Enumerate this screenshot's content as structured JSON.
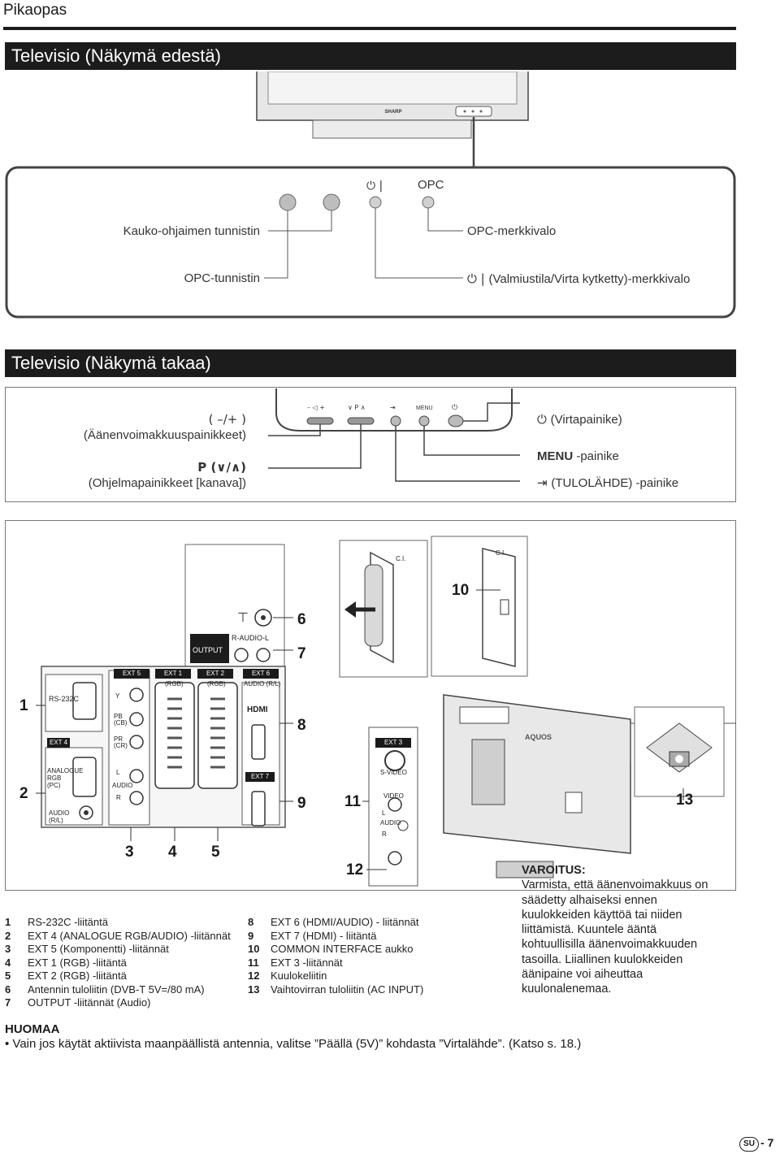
{
  "header": {
    "title": "Pikaopas"
  },
  "front": {
    "section_title": "Televisio (Näkymä edestä)",
    "brand": "SHARP",
    "power_symbol": "⏻ |",
    "opc_label": "OPC",
    "labels": {
      "remote_sensor": "Kauko-ohjaimen tunnistin",
      "opc_indicator": "OPC-merkkivalo",
      "opc_sensor": "OPC-tunnistin",
      "power_indicator": "(Valmiustila/Virta kytketty)-merkkivalo"
    }
  },
  "rear": {
    "section_title": "Televisio (Näkymä takaa)",
    "buttons": {
      "volume_symbol": "( –/+ )",
      "volume": "(Äänenvoimakkuuspainikkeet)",
      "program_symbol": "P (∨/∧)",
      "program": "(Ohjelmapainikkeet [kanava])",
      "power": "(Virtapainike)",
      "menu_bold": "MENU",
      "menu": "-painike",
      "input": "(TULOLÄHDE) -painike",
      "strip_labels": [
        "– ◁ +",
        "∨ P ∧",
        "⇥",
        "MENU",
        "⏻"
      ]
    },
    "panel": {
      "tabs": [
        "EXT 5",
        "EXT 1",
        "EXT 2",
        "EXT 6"
      ],
      "tab_sub": [
        "(RGB)",
        "(RGB)",
        "AUDIO (R/L)"
      ],
      "output": "OUTPUT",
      "audio_rl": "R-AUDIO-L",
      "rs232c": "RS-232C",
      "ext4": "EXT 4",
      "analogue": "ANALOGUE RGB (PC)",
      "audio_rl2": "AUDIO (R/L)",
      "ext7": "EXT 7",
      "ext3": "EXT 3",
      "svideo": "S-VIDEO",
      "video": "VIDEO",
      "ci": "C.I.",
      "aquos": "AQUOS",
      "y": "Y",
      "pb": "PB (CB)",
      "pr": "PR (CR)",
      "l": "L",
      "audio": "AUDIO",
      "r": "R",
      "hdmi": "HDMI"
    },
    "numbers": [
      "1",
      "2",
      "3",
      "4",
      "5",
      "6",
      "7",
      "8",
      "9",
      "10",
      "11",
      "12",
      "13"
    ]
  },
  "legend_left": [
    {
      "n": "1",
      "t": "RS-232C -liitäntä"
    },
    {
      "n": "2",
      "t": "EXT 4 (ANALOGUE RGB/AUDIO) -liitännät"
    },
    {
      "n": "3",
      "t": "EXT 5 (Komponentti) -liitännät"
    },
    {
      "n": "4",
      "t": "EXT 1 (RGB) -liitäntä"
    },
    {
      "n": "5",
      "t": "EXT 2 (RGB) -liitäntä"
    },
    {
      "n": "6",
      "t": "Antennin tuloliitin (DVB-T 5V=/80 mA)"
    },
    {
      "n": "7",
      "t": "OUTPUT -liitännät (Audio)"
    }
  ],
  "legend_right": [
    {
      "n": "8",
      "t": "EXT 6 (HDMI/AUDIO) - liitännät"
    },
    {
      "n": "9",
      "t": "EXT 7 (HDMI) - liitäntä"
    },
    {
      "n": "10",
      "t": "COMMON INTERFACE aukko"
    },
    {
      "n": "11",
      "t": "EXT 3 -liitännät"
    },
    {
      "n": "12",
      "t": "Kuulokeliitin"
    },
    {
      "n": "13",
      "t": "Vaihtovirran tuloliitin (AC INPUT)"
    }
  ],
  "warning": {
    "title": "VAROITUS:",
    "text": "Varmista, että äänenvoimakkuus on säädetty alhaiseksi ennen kuulokkeiden käyttöä tai niiden liittämistä. Kuuntele ääntä kohtuullisilla äänenvoimakkuuden tasoilla. Liiallinen kuulokkeiden äänipaine voi aiheuttaa kuulonalenemaa."
  },
  "note": {
    "title": "HUOMAA",
    "bullet": "Vain jos käytät aktiivista maanpäällistä antennia, valitse ”Päällä (5V)” kohdasta ”Virtalähde”. (Katso s. 18.)"
  },
  "footer": {
    "lang_badge": "SU",
    "page": "- 7"
  }
}
